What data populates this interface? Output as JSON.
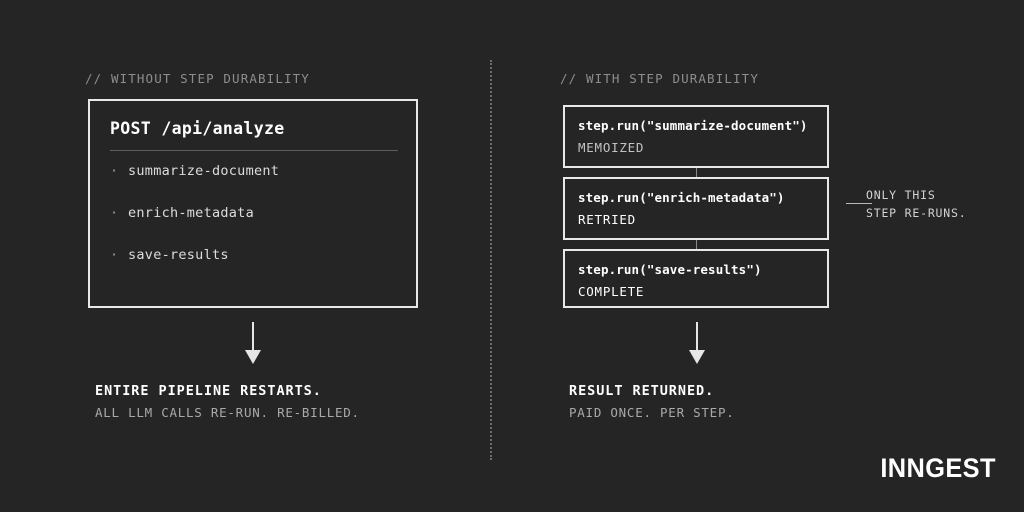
{
  "background_color": "#252525",
  "left_panel": {
    "section_label": "// WITHOUT STEP DURABILITY",
    "box": {
      "title": "POST /api/analyze",
      "bullet_glyph": "·",
      "items": [
        {
          "label": "summarize-document"
        },
        {
          "label": "enrich-metadata"
        },
        {
          "label": "save-results"
        }
      ]
    },
    "arrow": {
      "direction": "down",
      "icon": "arrow-down-icon"
    },
    "outcome": {
      "headline": "ENTIRE PIPELINE RESTARTS.",
      "subline": "ALL LLM CALLS RE-RUN. RE-BILLED."
    }
  },
  "right_panel": {
    "section_label": "// WITH STEP DURABILITY",
    "cards": [
      {
        "call": "step.run(\"summarize-document\")",
        "status": "MEMOIZED",
        "emphasis": "dim"
      },
      {
        "call": "step.run(\"enrich-metadata\")",
        "status": "RETRIED",
        "emphasis": "bright"
      },
      {
        "call": "step.run(\"save-results\")",
        "status": "COMPLETE",
        "emphasis": "bright"
      }
    ],
    "callout": {
      "line_1": "ONLY THIS",
      "line_2": "STEP RE-RUNS."
    },
    "arrow": {
      "direction": "down",
      "icon": "arrow-down-icon"
    },
    "outcome": {
      "headline": "RESULT RETURNED.",
      "subline": "PAID ONCE. PER STEP."
    }
  },
  "divider": {
    "style": "dotted-vertical"
  },
  "brand": {
    "logo_text": "INNGEST"
  }
}
